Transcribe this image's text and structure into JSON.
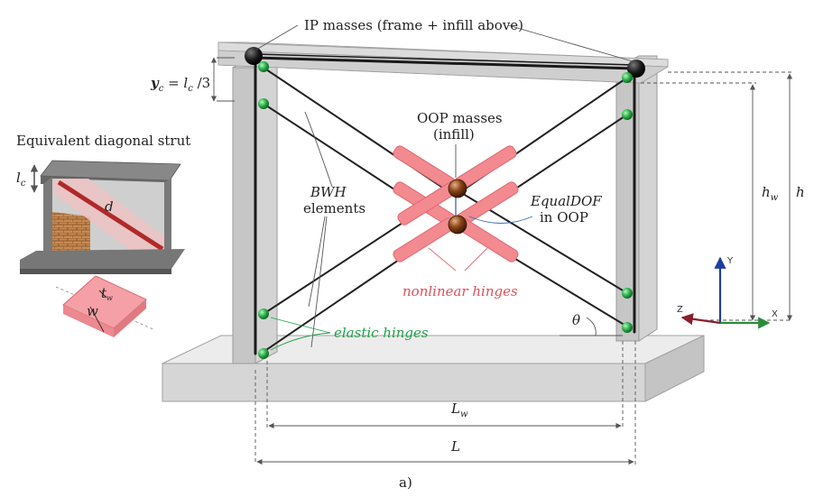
{
  "title_ip_masses": "IP masses (frame + infill above)",
  "oop_masses_line1": "OOP masses",
  "oop_masses_line2": "(infill)",
  "bwh_line1": "BWH",
  "bwh_line2": "elements",
  "equaldof_line1": "EqualDOF",
  "equaldof_line2": "in OOP",
  "nonlinear_hinges": "nonlinear hinges",
  "elastic_hinges": "elastic hinges",
  "inset_title": "Equivalent diagonal strut",
  "inset_lc": "l",
  "inset_lc_sub": "c",
  "inset_d": "d",
  "inset_t": "t",
  "inset_t_sub": "w",
  "inset_w": "w",
  "yc_y": "y",
  "yc_sub": "c",
  "yc_eq": " = l",
  "yc_eq_sub": "c",
  "yc_tail": " /3",
  "hw": "h",
  "hw_sub": "w",
  "h": "h",
  "theta": "θ",
  "Lw": "L",
  "Lw_sub": "w",
  "L": "L",
  "axis_x": "X",
  "axis_y": "Y",
  "axis_z": "Z",
  "caption": "a)",
  "colors": {
    "frame_fill": "#d9d9d9",
    "frame_edge": "#9a9a9a",
    "hinge_red": "#f28a90",
    "hinge_green": "#2db34a",
    "mass_brown": "#7a3b12",
    "mass_black": "#1a1a1a",
    "label_red": "#e0505a",
    "label_green": "#22a04a"
  }
}
